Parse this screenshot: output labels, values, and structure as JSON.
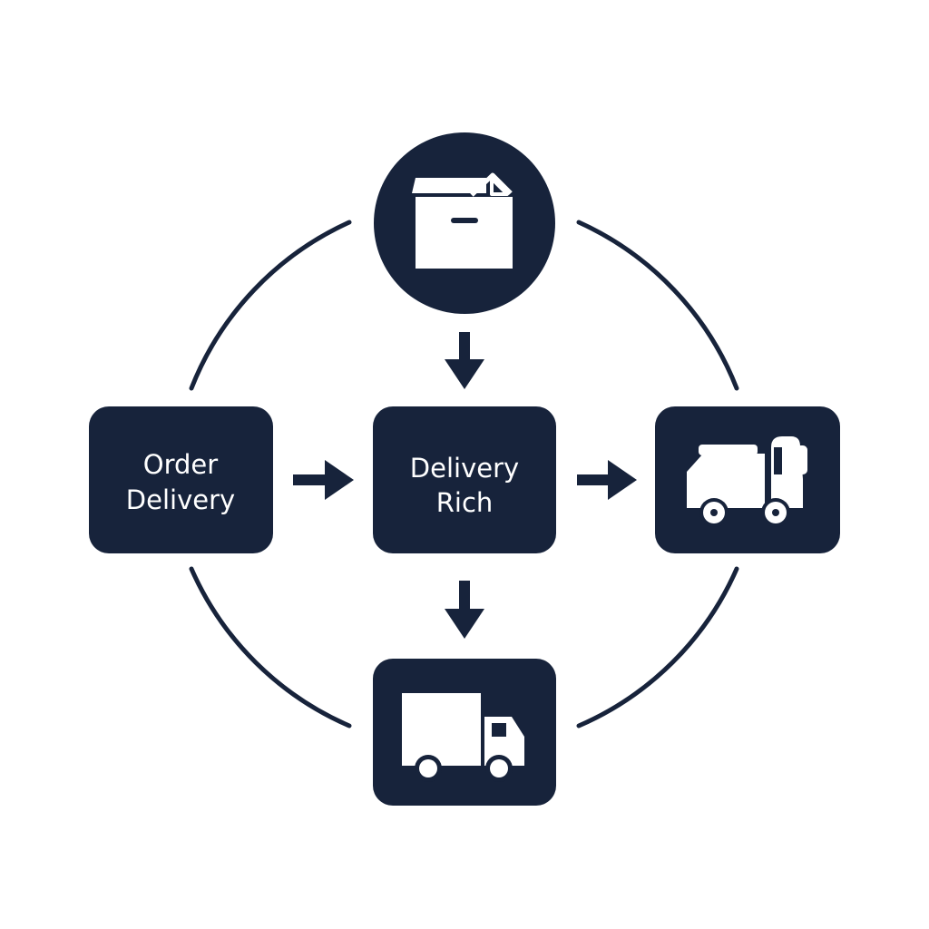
{
  "colors": {
    "background": "#ffffff",
    "primary": "#17233b",
    "icon": "#ffffff"
  },
  "nodes": {
    "top": {
      "icon": "box-icon"
    },
    "left": {
      "label_line1": "Order",
      "label_line2": "Delivery"
    },
    "center": {
      "label_line1": "Delivery",
      "label_line2": "Rich"
    },
    "right": {
      "icon": "delivery-cart-icon"
    },
    "bottom": {
      "icon": "truck-icon"
    }
  },
  "arrows": [
    {
      "from": "top",
      "to": "center"
    },
    {
      "from": "left",
      "to": "center"
    },
    {
      "from": "center",
      "to": "right"
    },
    {
      "from": "center",
      "to": "bottom"
    }
  ]
}
